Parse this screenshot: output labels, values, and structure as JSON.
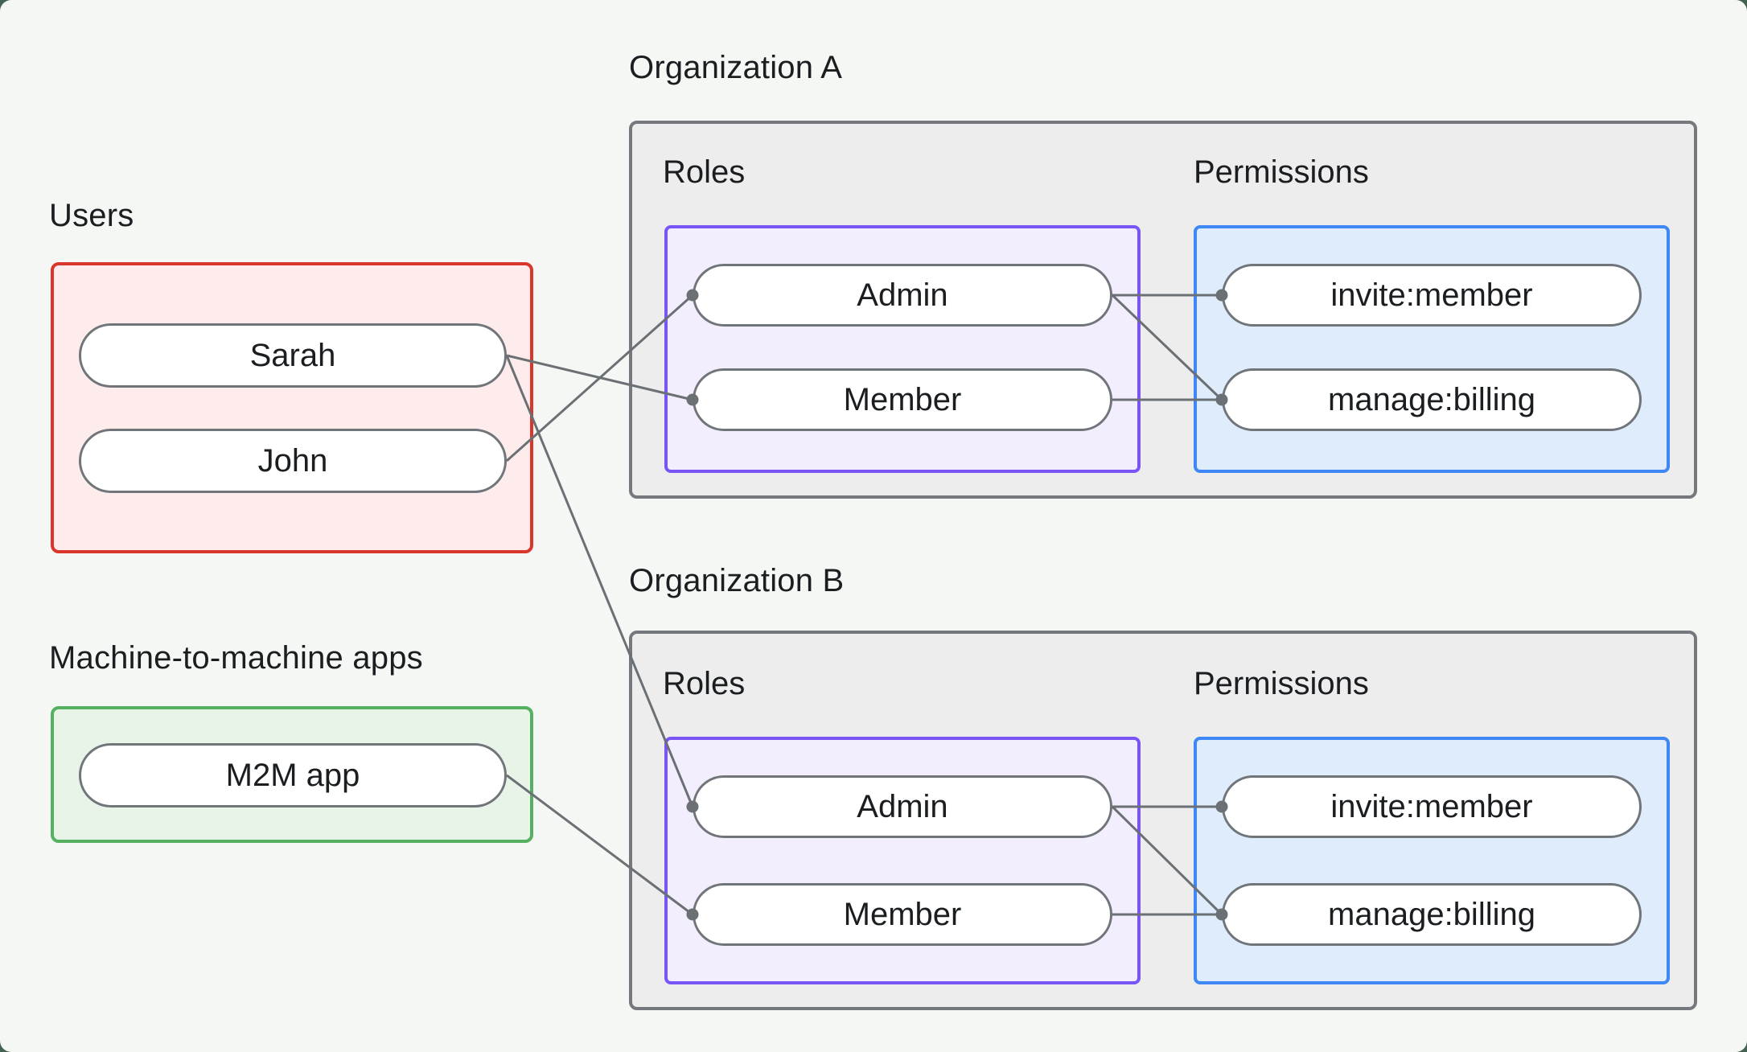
{
  "users_section": {
    "title": "Users",
    "items": [
      {
        "id": "sarah",
        "label": "Sarah"
      },
      {
        "id": "john",
        "label": "John"
      }
    ]
  },
  "m2m_section": {
    "title": "Machine-to-machine apps",
    "items": [
      {
        "id": "m2m_app",
        "label": "M2M app"
      }
    ]
  },
  "org_a": {
    "title": "Organization A",
    "roles_title": "Roles",
    "permissions_title": "Permissions",
    "roles": [
      {
        "id": "admin_a",
        "label": "Admin"
      },
      {
        "id": "member_a",
        "label": "Member"
      }
    ],
    "permissions": [
      {
        "id": "invite_a",
        "label": "invite:member"
      },
      {
        "id": "manage_a",
        "label": "manage:billing"
      }
    ]
  },
  "org_b": {
    "title": "Organization B",
    "roles_title": "Roles",
    "permissions_title": "Permissions",
    "roles": [
      {
        "id": "admin_b",
        "label": "Admin"
      },
      {
        "id": "member_b",
        "label": "Member"
      }
    ],
    "permissions": [
      {
        "id": "invite_b",
        "label": "invite:member"
      },
      {
        "id": "manage_b",
        "label": "manage:billing"
      }
    ]
  },
  "edges": [
    {
      "from": "sarah",
      "to": "member_a"
    },
    {
      "from": "john",
      "to": "admin_a"
    },
    {
      "from": "sarah",
      "to": "admin_b"
    },
    {
      "from": "m2m_app",
      "to": "member_b"
    },
    {
      "from": "admin_a",
      "to": "invite_a"
    },
    {
      "from": "admin_a",
      "to": "manage_a"
    },
    {
      "from": "member_a",
      "to": "manage_a"
    },
    {
      "from": "admin_b",
      "to": "invite_b"
    },
    {
      "from": "admin_b",
      "to": "manage_b"
    },
    {
      "from": "member_b",
      "to": "manage_b"
    }
  ],
  "colors": {
    "page_bg": "#f5f7f4",
    "outer_bg": "#456353",
    "org_box_fill": "#ededee",
    "org_box_border": "#75797d",
    "users_border": "#da372c",
    "users_fill": "#fdeceb",
    "m2m_border": "#55b061",
    "m2m_fill": "#e9f4e9",
    "roles_border": "#7a55f5",
    "roles_fill": "#f3eefe",
    "permissions_border": "#3f87f5",
    "permissions_fill": "#dfecfb",
    "pill_border": "#70757a",
    "pill_fill": "#ffffff",
    "line": "#6b7074",
    "text": "#1b1e21"
  }
}
